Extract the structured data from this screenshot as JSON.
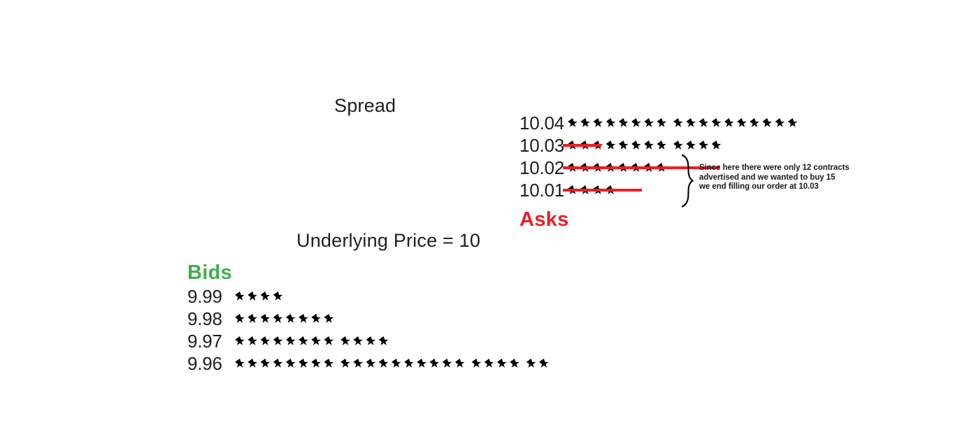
{
  "diagram": {
    "title_labels": {
      "spread": "Spread",
      "underlying": "Underlying Price = 10"
    },
    "colors": {
      "ask_red": "#ed1c24",
      "bid_green": "#3eaf4a",
      "strike_red": "#ee1c25",
      "star_black": "#000000",
      "text": "#201f1e",
      "background": "#ffffff"
    },
    "asks": {
      "heading": "Asks",
      "rows": [
        {
          "price": "10.04",
          "contracts": 18,
          "groups": [
            8,
            10
          ],
          "filled": 0,
          "strike": false
        },
        {
          "price": "10.03",
          "contracts": 12,
          "groups": [
            8,
            4
          ],
          "filled": 3,
          "strike": true
        },
        {
          "price": "10.02",
          "contracts": 8,
          "groups": [
            8
          ],
          "filled": 8,
          "strike": true
        },
        {
          "price": "10.01",
          "contracts": 4,
          "groups": [
            4
          ],
          "filled": 4,
          "strike": true
        }
      ]
    },
    "bids": {
      "heading": "Bids",
      "rows": [
        {
          "price": "9.99",
          "contracts": 4,
          "groups": [
            4
          ],
          "filled": 0,
          "strike": false
        },
        {
          "price": "9.98",
          "contracts": 8,
          "groups": [
            8
          ],
          "filled": 0,
          "strike": false
        },
        {
          "price": "9.97",
          "contracts": 12,
          "groups": [
            8,
            4
          ],
          "filled": 0,
          "strike": false
        },
        {
          "price": "9.96",
          "contracts": 24,
          "groups": [
            8,
            10,
            4,
            2
          ],
          "filled": 0,
          "strike": false
        }
      ]
    },
    "annotation": {
      "line1": "Since here there were only 12 contracts",
      "line2": "advertised and we wanted to buy 15",
      "line3": "we end filling our order at 10.03"
    }
  }
}
